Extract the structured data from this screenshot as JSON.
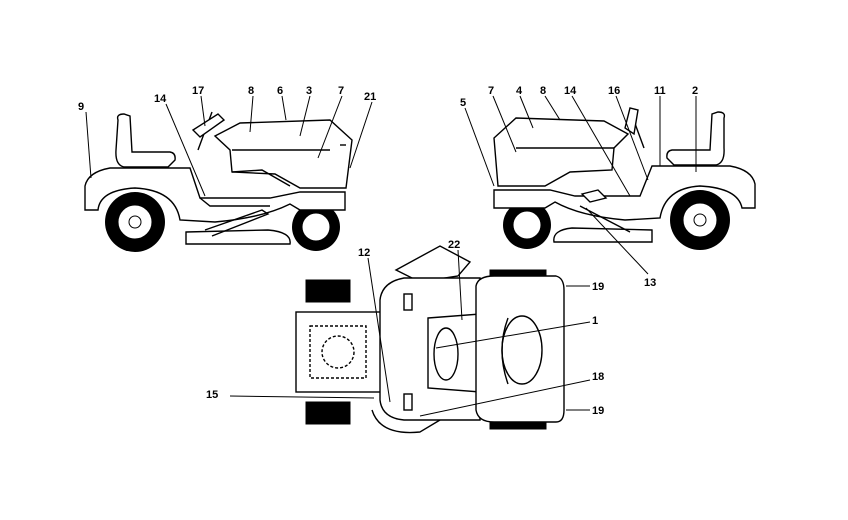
{
  "diagram": {
    "callouts": [
      {
        "id": "l-9",
        "text": "9"
      },
      {
        "id": "l-14a",
        "text": "14"
      },
      {
        "id": "l-17",
        "text": "17"
      },
      {
        "id": "l-8a",
        "text": "8"
      },
      {
        "id": "l-6",
        "text": "6"
      },
      {
        "id": "l-3",
        "text": "3"
      },
      {
        "id": "l-7a",
        "text": "7"
      },
      {
        "id": "l-21",
        "text": "21"
      },
      {
        "id": "l-5",
        "text": "5"
      },
      {
        "id": "l-7b",
        "text": "7"
      },
      {
        "id": "l-4",
        "text": "4"
      },
      {
        "id": "l-8b",
        "text": "8"
      },
      {
        "id": "l-14b",
        "text": "14"
      },
      {
        "id": "l-16",
        "text": "16"
      },
      {
        "id": "l-11",
        "text": "11"
      },
      {
        "id": "l-2",
        "text": "2"
      },
      {
        "id": "l-13",
        "text": "13"
      },
      {
        "id": "l-12",
        "text": "12"
      },
      {
        "id": "l-22",
        "text": "22"
      },
      {
        "id": "l-19a",
        "text": "19"
      },
      {
        "id": "l-1",
        "text": "1"
      },
      {
        "id": "l-15",
        "text": "15"
      },
      {
        "id": "l-18",
        "text": "18"
      },
      {
        "id": "l-19b",
        "text": "19"
      }
    ]
  }
}
